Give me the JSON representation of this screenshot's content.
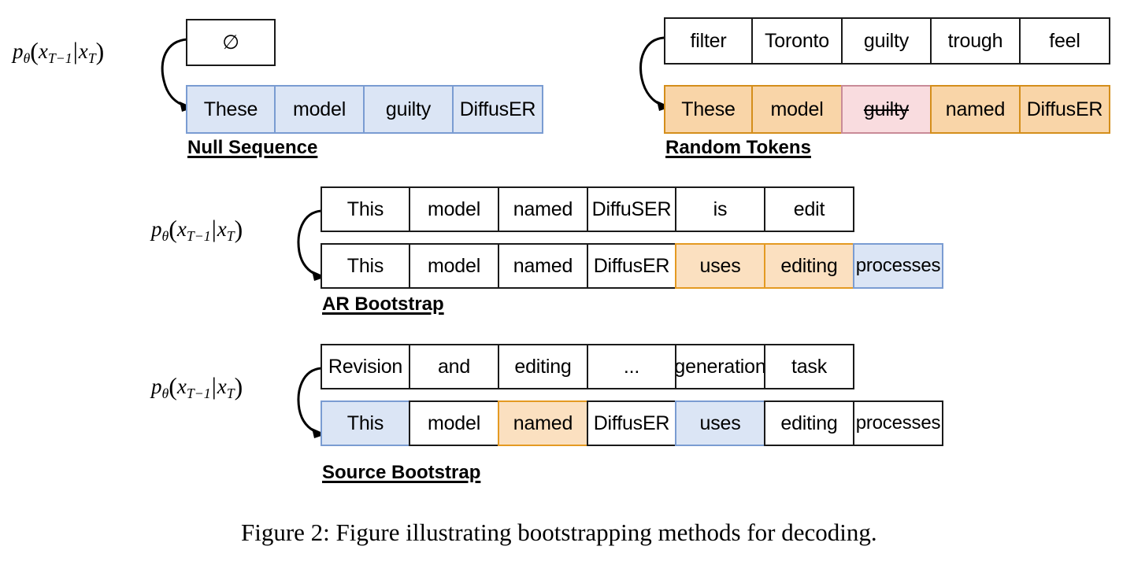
{
  "figure": {
    "caption": "Figure 2: Figure illustrating bootstrapping methods for decoding.",
    "colors": {
      "blue_fill": "#dbe5f5",
      "blue_border": "#7a9cd2",
      "orange_fill": "#f9d5a8",
      "orange_border": "#d48e1b",
      "orange_light_fill": "#fbe0c0",
      "pink_fill": "#f9dcdf",
      "pink_border": "#c98b98",
      "plain_fill": "#ffffff",
      "plain_border": "#1a1a1a"
    }
  },
  "panels": [
    {
      "id": "null-sequence",
      "label": "Null Sequence",
      "formula": "p_theta(x_{T-1}|x_T)",
      "source_row": [
        {
          "text": "∅",
          "style": "plain"
        }
      ],
      "target_row": [
        {
          "text": "These",
          "style": "blue"
        },
        {
          "text": "model",
          "style": "blue"
        },
        {
          "text": "guilty",
          "style": "blue"
        },
        {
          "text": "DiffusER",
          "style": "blue"
        }
      ]
    },
    {
      "id": "random-tokens",
      "label": "Random Tokens",
      "formula": "",
      "source_row": [
        {
          "text": "filter",
          "style": "plain"
        },
        {
          "text": "Toronto",
          "style": "plain"
        },
        {
          "text": "guilty",
          "style": "plain"
        },
        {
          "text": "trough",
          "style": "plain"
        },
        {
          "text": "feel",
          "style": "plain"
        }
      ],
      "target_row": [
        {
          "text": "These",
          "style": "orange"
        },
        {
          "text": "model",
          "style": "orange"
        },
        {
          "text": "guilty",
          "style": "pink",
          "strikethrough": true
        },
        {
          "text": "named",
          "style": "orange"
        },
        {
          "text": "DiffusER",
          "style": "orange"
        }
      ]
    },
    {
      "id": "ar-bootstrap",
      "label": "AR Bootstrap",
      "formula": "p_theta(x_{T-1}|x_T)",
      "source_row": [
        {
          "text": "This",
          "style": "plain"
        },
        {
          "text": "model",
          "style": "plain"
        },
        {
          "text": "named",
          "style": "plain"
        },
        {
          "text": "DiffuSER",
          "style": "plain"
        },
        {
          "text": "is",
          "style": "plain"
        },
        {
          "text": "edit",
          "style": "plain"
        }
      ],
      "target_row": [
        {
          "text": "This",
          "style": "plain"
        },
        {
          "text": "model",
          "style": "plain"
        },
        {
          "text": "named",
          "style": "plain"
        },
        {
          "text": "DiffusER",
          "style": "plain"
        },
        {
          "text": "uses",
          "style": "orangelight"
        },
        {
          "text": "editing",
          "style": "orangelight"
        },
        {
          "text": "processes",
          "style": "blue"
        }
      ]
    },
    {
      "id": "source-bootstrap",
      "label": "Source Bootstrap",
      "formula": "p_theta(x_{T-1}|x_T)",
      "source_row": [
        {
          "text": "Revision",
          "style": "plain"
        },
        {
          "text": "and",
          "style": "plain"
        },
        {
          "text": "editing",
          "style": "plain"
        },
        {
          "text": "...",
          "style": "plain"
        },
        {
          "text": "generation",
          "style": "plain"
        },
        {
          "text": "task",
          "style": "plain"
        }
      ],
      "target_row": [
        {
          "text": "This",
          "style": "blue"
        },
        {
          "text": "model",
          "style": "plain"
        },
        {
          "text": "named",
          "style": "orangelight"
        },
        {
          "text": "DiffusER",
          "style": "plain"
        },
        {
          "text": "uses",
          "style": "blue"
        },
        {
          "text": "editing",
          "style": "plain"
        },
        {
          "text": "processes",
          "style": "plain"
        }
      ]
    }
  ]
}
